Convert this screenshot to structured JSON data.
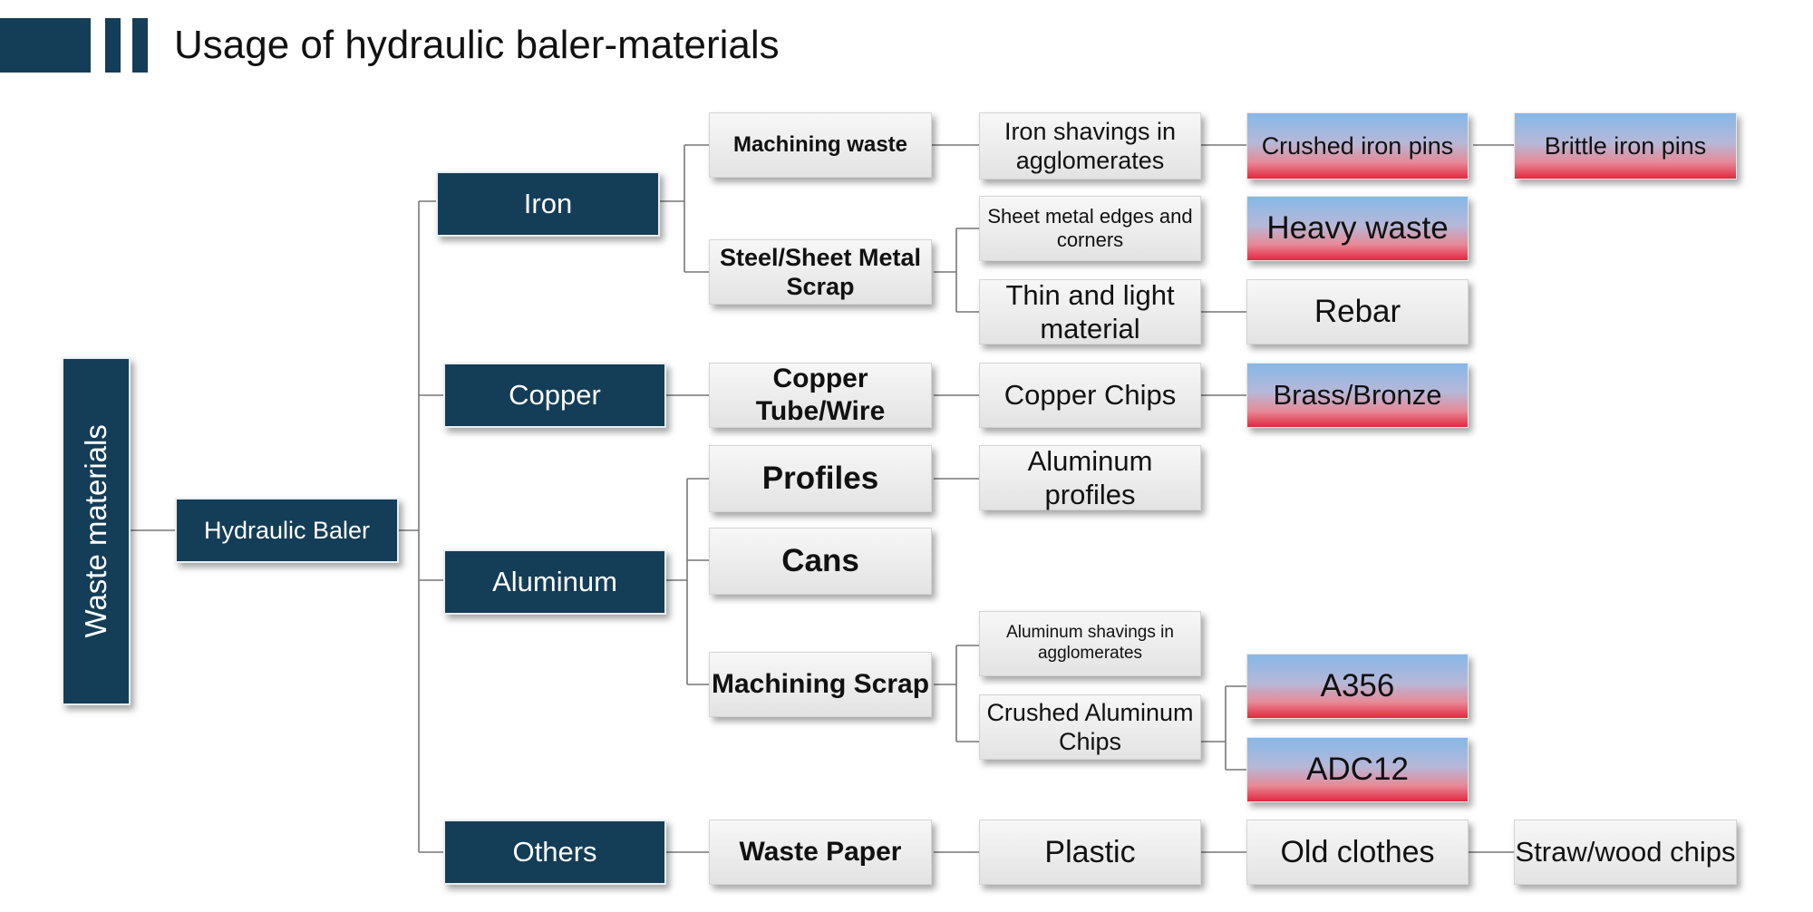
{
  "title": "Usage of hydraulic baler-materials",
  "colors": {
    "dark_node": "#143d57",
    "gradient_top": "#85b8e8",
    "gradient_bottom": "#e3283f",
    "light_node": "#ececec"
  },
  "nodes": {
    "waste_materials": "Waste materials",
    "hydraulic_baler": "Hydraulic Baler",
    "iron": "Iron",
    "copper": "Copper",
    "aluminum": "Aluminum",
    "others": "Others",
    "machining_waste": "Machining waste",
    "steel_sheet_scrap": "Steel/Sheet Metal Scrap",
    "copper_tube_wire": "Copper Tube/Wire",
    "profiles": "Profiles",
    "cans": "Cans",
    "machining_scrap": "Machining Scrap",
    "waste_paper": "Waste Paper",
    "iron_shavings": "Iron shavings in agglomerates",
    "sheet_metal_edges": "Sheet metal edges and corners",
    "thin_light": "Thin and light material",
    "copper_chips": "Copper Chips",
    "aluminum_profiles": "Aluminum profiles",
    "aluminum_shavings": "Aluminum shavings in agglomerates",
    "crushed_aluminum": "Crushed Aluminum Chips",
    "plastic": "Plastic",
    "crushed_iron_pins": "Crushed iron pins",
    "heavy_waste": "Heavy waste",
    "rebar": "Rebar",
    "brass_bronze": "Brass/Bronze",
    "a356": "A356",
    "adc12": "ADC12",
    "old_clothes": "Old clothes",
    "brittle_iron_pins": "Brittle iron pins",
    "straw_wood": "Straw/wood chips"
  }
}
